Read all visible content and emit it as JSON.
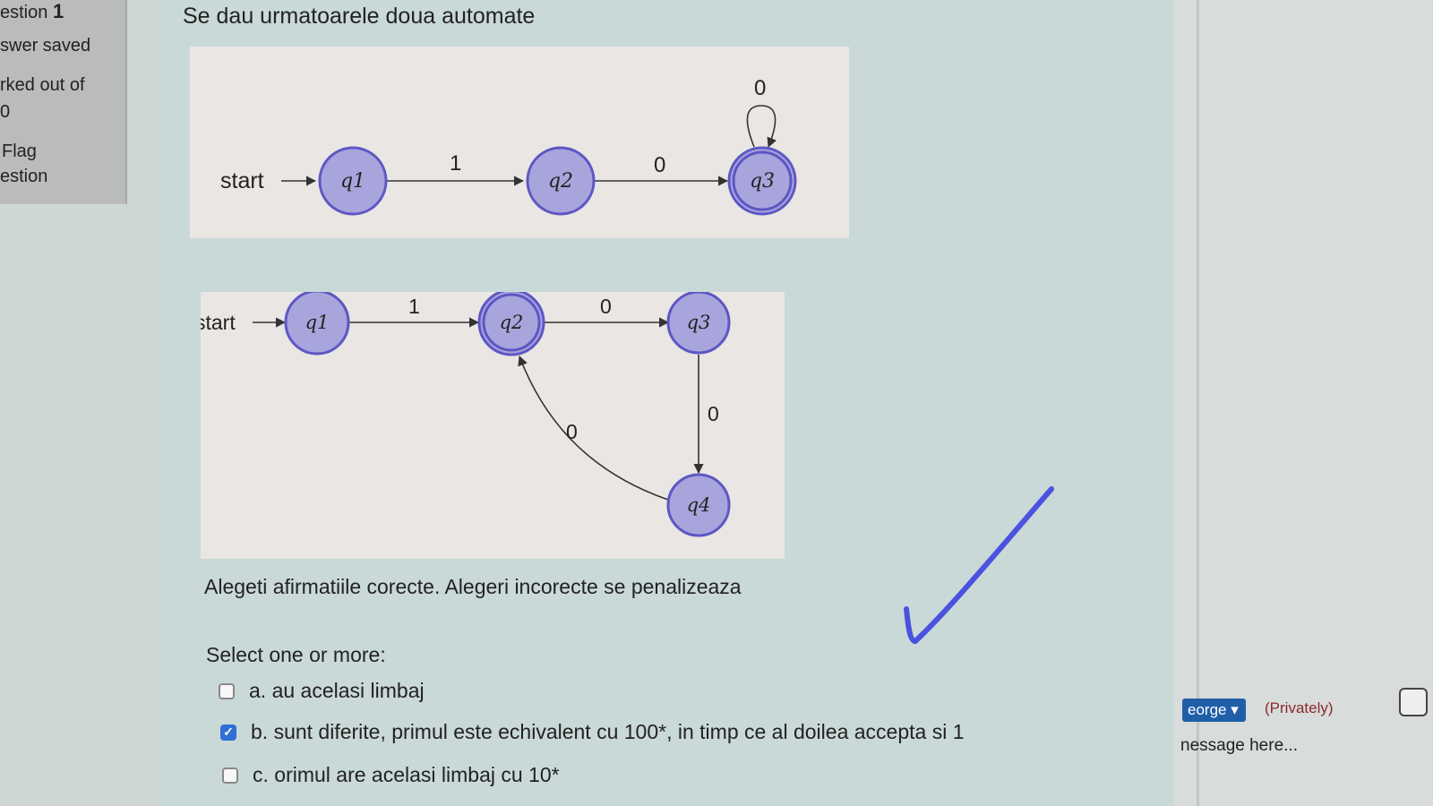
{
  "info_panel": {
    "question_label": "estion",
    "question_number": "1",
    "status": "swer saved",
    "marked_out_of": "rked out of",
    "mark_value": "0",
    "flag_line1": "Flag",
    "flag_line2": "estion"
  },
  "question": {
    "title": "Se dau urmatoarele doua automate",
    "automaton_1": {
      "start_label": "start",
      "states": [
        "q1",
        "q2",
        "q3"
      ],
      "accepting": [
        "q3"
      ],
      "transitions": [
        {
          "from": "q1",
          "to": "q2",
          "label": "1"
        },
        {
          "from": "q2",
          "to": "q3",
          "label": "0"
        },
        {
          "from": "q3",
          "to": "q3",
          "label": "0"
        }
      ]
    },
    "automaton_2": {
      "start_label": "start",
      "states": [
        "q1",
        "q2",
        "q3",
        "q4"
      ],
      "accepting": [
        "q2"
      ],
      "transitions": [
        {
          "from": "q1",
          "to": "q2",
          "label": "1"
        },
        {
          "from": "q2",
          "to": "q3",
          "label": "0"
        },
        {
          "from": "q3",
          "to": "q4",
          "label": "0"
        },
        {
          "from": "q4",
          "to": "q2",
          "label": "0"
        }
      ]
    },
    "instruction": "Alegeti afirmatiile corecte. Alegeri incorecte se penalizeaza",
    "select_prompt": "Select one or more:",
    "options": [
      {
        "text": "a. au acelasi limbaj",
        "checked": false
      },
      {
        "text": "b. sunt diferite, primul este echivalent cu 100*, in timp ce al doilea accepta si 1",
        "checked": true
      },
      {
        "text": "c. orimul are acelasi limbaj cu 10*",
        "checked": false
      }
    ]
  },
  "chat": {
    "recipient": "eorge",
    "privately": "(Privately)",
    "message_placeholder": "nessage here..."
  },
  "colors": {
    "state_fill": "#a8a5dd",
    "state_stroke": "#5d57c4",
    "checkbox_checked": "#2f6fd6",
    "handwritten_check": "#4a52e0"
  }
}
